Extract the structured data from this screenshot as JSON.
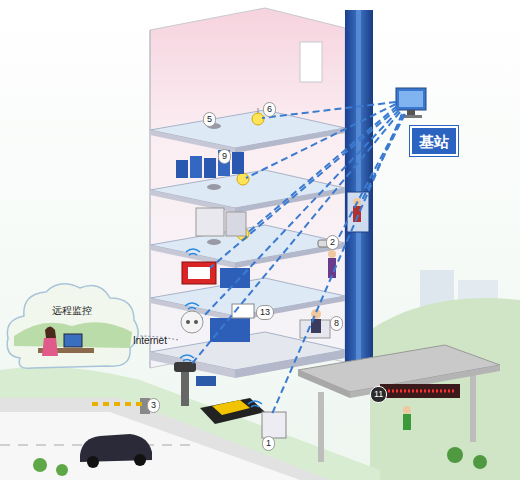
{
  "diagram": {
    "nodes": [
      {
        "text": [
          "基站"
        ]
      },
      {
        "text": [
          "远程监控"
        ]
      }
    ],
    "labels": [
      "5",
      "6",
      "9",
      "2",
      "13",
      "8",
      "Internet",
      "3",
      "11",
      "1"
    ]
  }
}
